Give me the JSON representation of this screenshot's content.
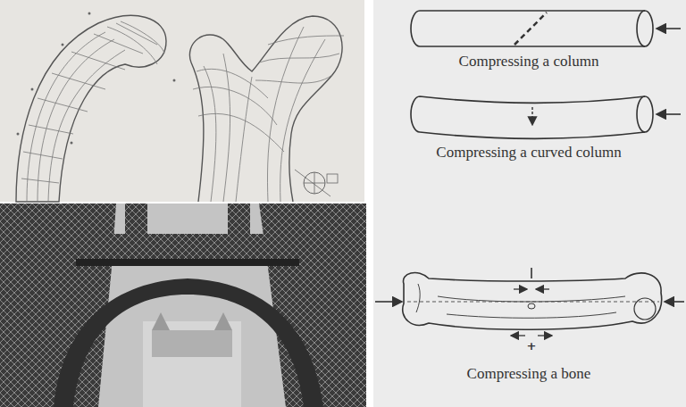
{
  "diagram": {
    "labels": [
      "Compressing a column",
      "Compressing a curved column",
      "Compressing a bone",
      "+"
    ]
  }
}
